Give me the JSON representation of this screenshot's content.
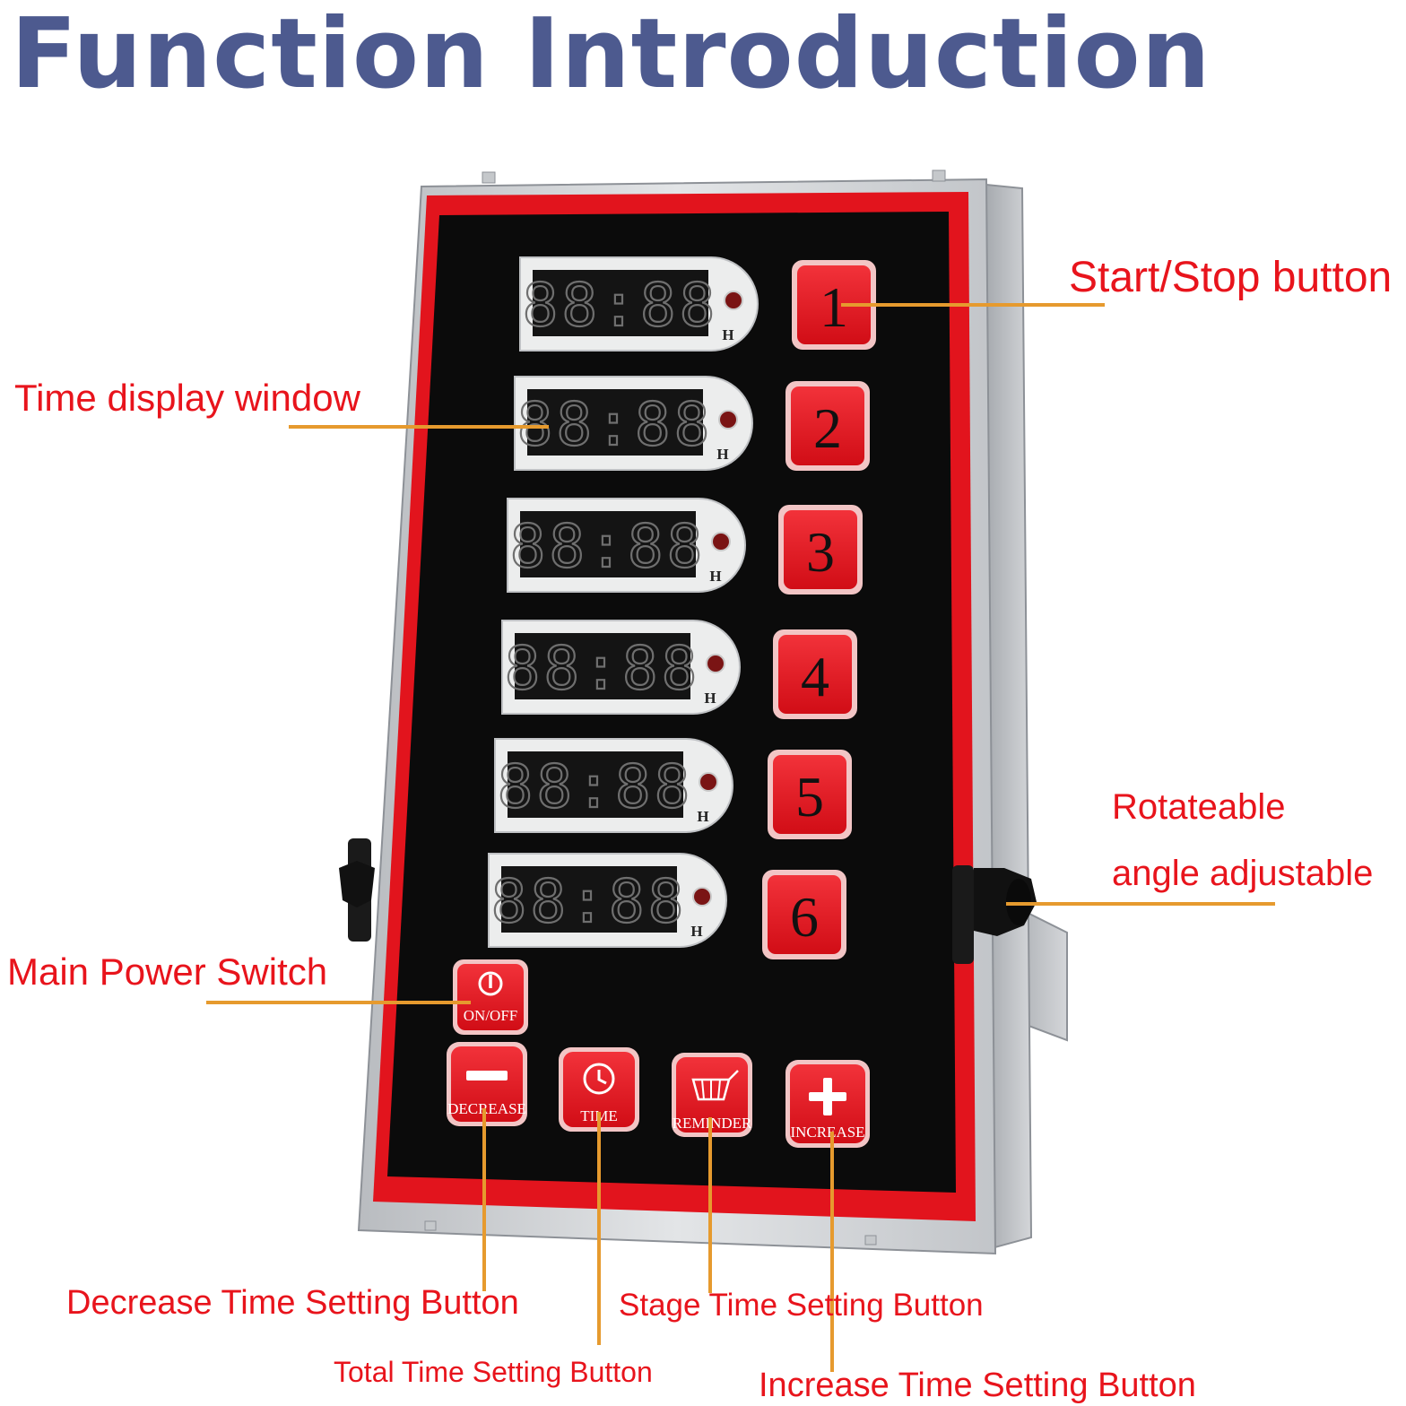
{
  "header": {
    "title": "Function Introduction"
  },
  "labels": {
    "start_stop": "Start/Stop button",
    "time_display": "Time display window",
    "rotateable_line1": "Rotateable",
    "rotateable_line2": "angle adjustable",
    "main_power": "Main Power Switch",
    "decrease": "Decrease Time Setting Button",
    "stage": "Stage Time Setting Button",
    "total": "Total Time Setting Button",
    "increase": "Increase Time Setting Button"
  },
  "device": {
    "timers": [
      {
        "number": "1",
        "display": "88:88",
        "unit": "H"
      },
      {
        "number": "2",
        "display": "88:88",
        "unit": "H"
      },
      {
        "number": "3",
        "display": "88:88",
        "unit": "H"
      },
      {
        "number": "4",
        "display": "88:88",
        "unit": "H"
      },
      {
        "number": "5",
        "display": "88:88",
        "unit": "H"
      },
      {
        "number": "6",
        "display": "88:88",
        "unit": "H"
      }
    ],
    "power_button": {
      "label": "ON/OFF",
      "icon": "power-icon"
    },
    "control_buttons": [
      {
        "label": "DECREASE",
        "icon": "minus-icon"
      },
      {
        "label": "TIME",
        "icon": "clock-icon"
      },
      {
        "label": "REMINDER",
        "icon": "basket-icon"
      },
      {
        "label": "INCREASE",
        "icon": "plus-icon"
      }
    ]
  },
  "colors": {
    "title": "#4d5a8f",
    "label_text": "#e8141c",
    "leader_line": "#e69a2e",
    "button_red": "#e8121b",
    "panel_black": "#0b0b0b",
    "frame_steel": "#cfd1d4"
  }
}
